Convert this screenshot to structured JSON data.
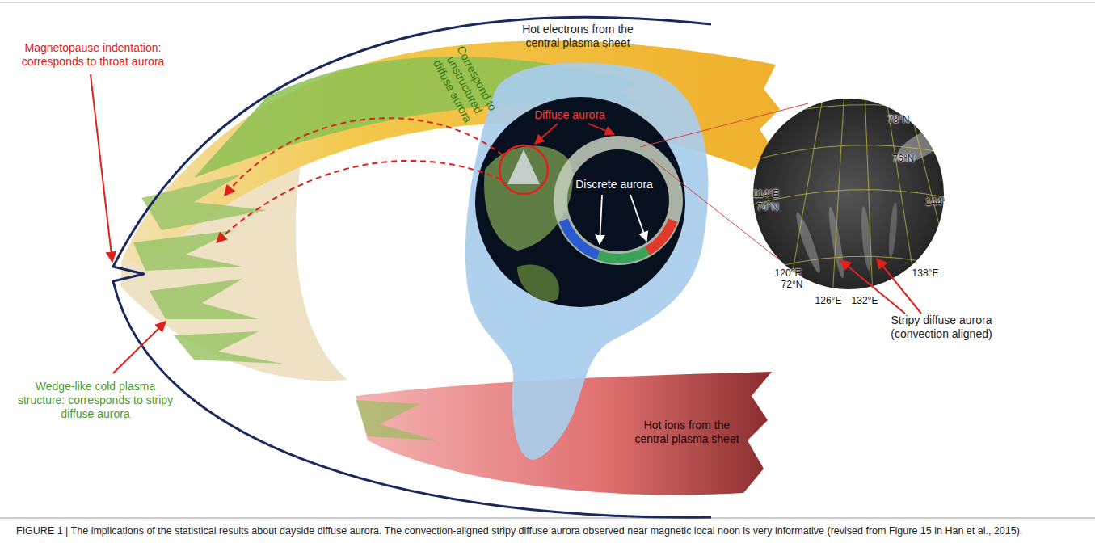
{
  "diagram": {
    "caption": "FIGURE 1 | The implications of the statistical results about dayside diffuse aurora. The convection-aligned stripy diffuse aurora observed near magnetic local noon is very informative (revised from Figure 15 in Han et al., 2015).",
    "labels": [
      "Magnetopause indentation: corresponds to throat aurora",
      "Correspond to unstructured diffuse aurora",
      "Hot electrons from the central plasma sheet",
      "Diffuse aurora",
      "Discrete aurora",
      "78°N",
      "76°N",
      "114°E",
      "74°N",
      "144°",
      "120°E",
      "72°N",
      "126°E",
      "132°E",
      "138°E",
      "Stripy diffuse aurora (convection aligned)",
      "Wedge-like cold plasma structure: corresponds to stripy diffuse aurora",
      "Hot ions from the central plasma sheet"
    ]
  }
}
